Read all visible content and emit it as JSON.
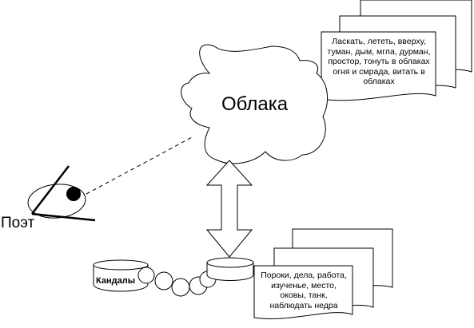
{
  "labels": {
    "cloud": "Облака",
    "poet": "Поэт",
    "shackles": "Кандалы"
  },
  "notes": {
    "top": {
      "lines": [
        "Ласкать, лететь, вверху,",
        "туман, дым, мгла, дурман,",
        "простор, тонуть в облаках",
        "огня и смрада, витать в",
        "облаках"
      ]
    },
    "bottom": {
      "lines": [
        "Пороки, дела, работа,",
        "изученье, место,",
        "оковы, танк,",
        "наблюдать недра"
      ]
    }
  }
}
